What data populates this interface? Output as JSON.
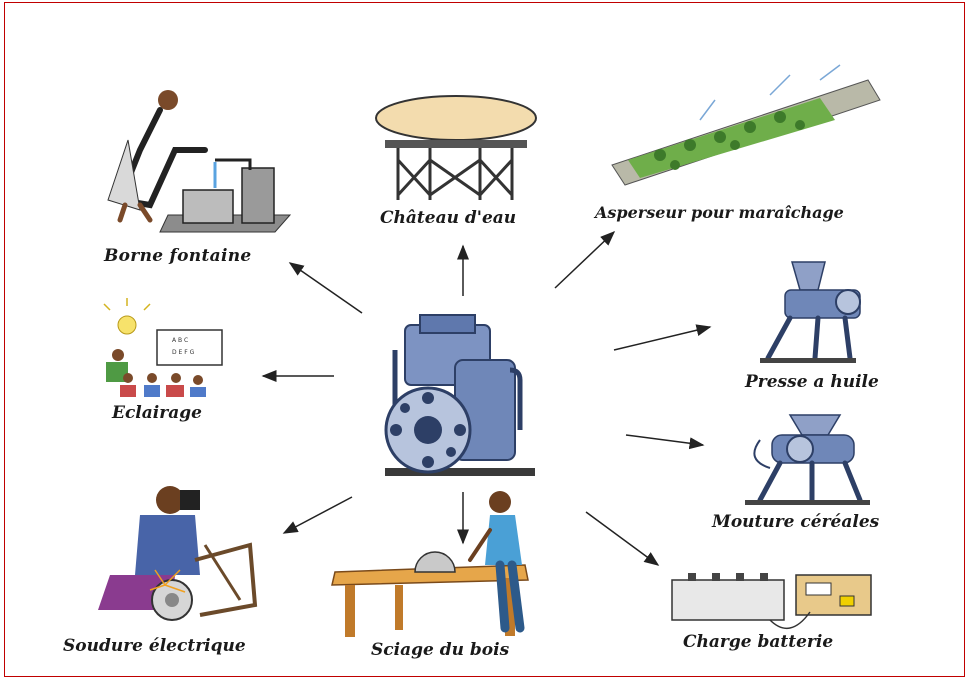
{
  "diagram": {
    "center_label": "",
    "nodes": [
      {
        "id": "borne",
        "label": "Borne fontaine",
        "icon": "water-tap-icon"
      },
      {
        "id": "chateau",
        "label": "Château d'eau",
        "icon": "water-tower-icon"
      },
      {
        "id": "asperseur",
        "label": "Asperseur pour maraîchage",
        "icon": "sprinkler-field-icon"
      },
      {
        "id": "eclairage",
        "label": "Eclairage",
        "icon": "light-bulb-icon"
      },
      {
        "id": "presse",
        "label": "Presse a huile",
        "icon": "oil-press-icon"
      },
      {
        "id": "mouture",
        "label": "Mouture céréales",
        "icon": "grain-mill-icon"
      },
      {
        "id": "soudure",
        "label": "Soudure électrique",
        "icon": "welding-icon"
      },
      {
        "id": "sciage",
        "label": "Sciage du bois",
        "icon": "saw-icon"
      },
      {
        "id": "charge",
        "label": "Charge batterie",
        "icon": "battery-charger-icon"
      }
    ]
  },
  "colors": {
    "frame_border": "#c00000",
    "arrow": "#222222",
    "engine_blue": "#6f87b8",
    "engine_dark": "#2d3f66"
  }
}
